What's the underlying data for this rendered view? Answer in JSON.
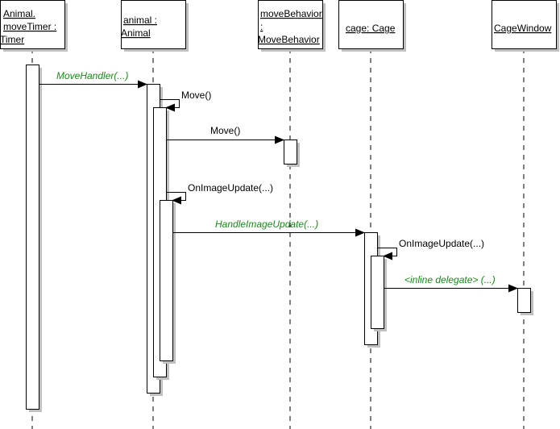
{
  "diagram": {
    "type": "uml-sequence",
    "colors": {
      "line": "#000000",
      "shadow": "#c0c0c0",
      "box_fill": "#ffffff",
      "async_label": "#1a8a1a"
    },
    "lifelines": [
      {
        "id": "timer",
        "lines": [
          "Animal.",
          "moveTimer :",
          "Timer"
        ]
      },
      {
        "id": "animal",
        "lines": [
          "animal :",
          "Animal"
        ]
      },
      {
        "id": "moveBehavior",
        "lines": [
          "moveBehavior",
          ":",
          "MoveBehavior"
        ]
      },
      {
        "id": "cage",
        "lines": [
          "cage: Cage"
        ]
      },
      {
        "id": "cageWindow",
        "lines": [
          "CageWindow"
        ]
      }
    ],
    "messages": [
      {
        "id": "m1",
        "label": "MoveHandler(...)",
        "from": "timer",
        "to": "animal",
        "style": "async"
      },
      {
        "id": "m2",
        "label": "Move()",
        "from": "animal",
        "to": "animal",
        "style": "self"
      },
      {
        "id": "m3",
        "label": "Move()",
        "from": "animal",
        "to": "moveBehavior",
        "style": "sync"
      },
      {
        "id": "m4",
        "label": "OnImageUpdate(...)",
        "from": "animal",
        "to": "animal",
        "style": "self"
      },
      {
        "id": "m5",
        "label": "HandleImageUpdate(...)",
        "from": "animal",
        "to": "cage",
        "style": "async"
      },
      {
        "id": "m6",
        "label": "OnImageUpdate(...)",
        "from": "cage",
        "to": "cage",
        "style": "self"
      },
      {
        "id": "m7",
        "label": "<inline delegate> (...)",
        "from": "cage",
        "to": "cageWindow",
        "style": "async"
      }
    ]
  }
}
